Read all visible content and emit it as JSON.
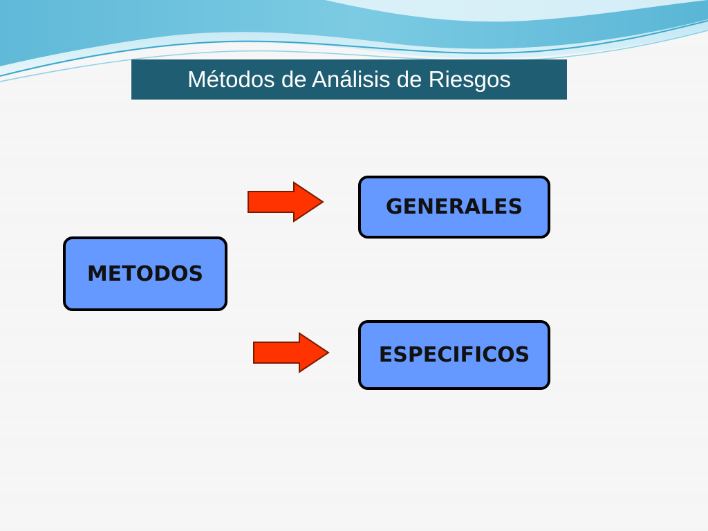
{
  "slide": {
    "title": "Métodos de Análisis de Riesgos",
    "nodes": {
      "root": "METODOS",
      "general": "GENERALES",
      "specific": "ESPECIFICOS"
    }
  },
  "colors": {
    "title_background": "#1f5d72",
    "title_text": "#ffffff",
    "node_fill": "#6699ff",
    "node_border": "#000000",
    "arrow_fill": "#ff3300",
    "wave_primary": "#55b5d6",
    "wave_light": "#a8dcec"
  },
  "icons": {
    "arrows": "right-arrow-icon"
  }
}
